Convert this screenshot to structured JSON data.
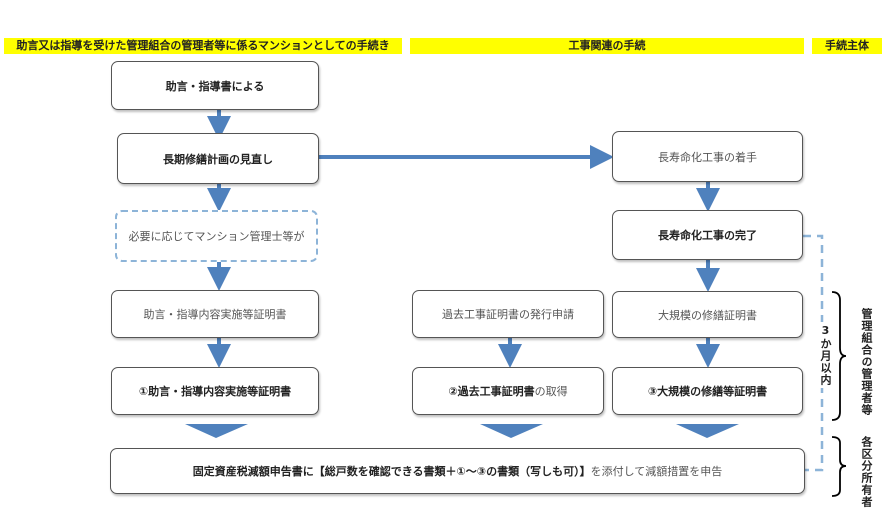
{
  "headers": {
    "left": "助言又は指導を受けた管理組合の管理者等に係るマンションとしての手続き",
    "middle": "工事関連の手続",
    "right": "手続主体"
  },
  "left_column": {
    "advice": "助言・指導書による",
    "review": "長期修繕計画の見直し",
    "optional": "必要に応じてマンション管理士等が",
    "cert_request": "助言・指導内容実施等証明書",
    "cert1": "①助言・指導内容実施等証明書"
  },
  "middle_column": {
    "past_request": "過去工事証明書の発行申請",
    "cert2_a": "②過去工事証明書",
    "cert2_b": "の取得"
  },
  "right_column": {
    "start": "長寿命化工事の着手",
    "complete": "長寿命化工事の完了",
    "large_repair": "大規模の修繕証明書",
    "cert3": "③大規模の修繕等証明書"
  },
  "bottom": {
    "part1": "固定資産税減額申告書に",
    "part2": "【総戸数を確認できる書類＋①～③の書類（写しも可）】",
    "part3": "を添付して減額措置を申告"
  },
  "labels": {
    "within": "3か月以内",
    "actor_management": "管理組合の管理者等",
    "actor_owner": "各区分所有者"
  }
}
